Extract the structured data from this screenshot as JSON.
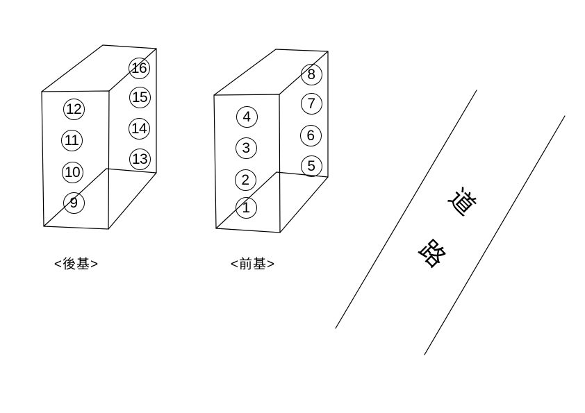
{
  "page": {
    "background_color": "#ffffff",
    "line_color": "#000000"
  },
  "boxes": {
    "rear": {
      "label": "<後基>",
      "front_numbers": [
        "12",
        "11",
        "10",
        "9"
      ],
      "side_numbers": [
        "16",
        "15",
        "14",
        "13"
      ]
    },
    "front": {
      "label": "<前基>",
      "front_numbers": [
        "4",
        "3",
        "2",
        "1"
      ],
      "side_numbers": [
        "8",
        "7",
        "6",
        "5"
      ]
    }
  },
  "road": {
    "word": "道路",
    "chars": [
      "道",
      "路"
    ]
  }
}
